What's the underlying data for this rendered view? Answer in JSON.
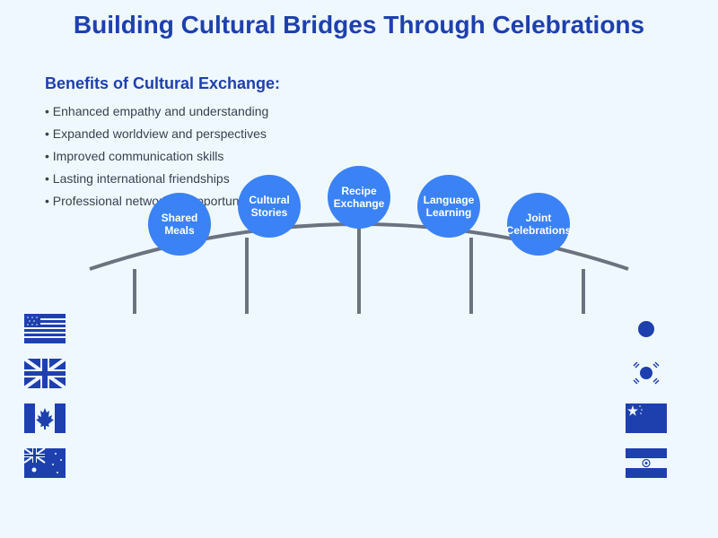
{
  "title": "Building Cultural Bridges Through Celebrations",
  "benefits": {
    "heading": "Benefits of Cultural Exchange:",
    "items": [
      "• Enhanced empathy and understanding",
      "• Expanded worldview and perspectives",
      "• Improved communication skills",
      "• Lasting international friendships",
      "• Professional networking opportunities"
    ]
  },
  "bridge_nodes": [
    {
      "line1": "Shared",
      "line2": "Meals"
    },
    {
      "line1": "Cultural",
      "line2": "Stories"
    },
    {
      "line1": "Recipe",
      "line2": "Exchange"
    },
    {
      "line1": "Language",
      "line2": "Learning"
    },
    {
      "line1": "Joint",
      "line2": "Celebrations"
    }
  ],
  "flags_left": [
    "usa-flag-icon",
    "uk-flag-icon",
    "canada-flag-icon",
    "australia-flag-icon"
  ],
  "flags_right": [
    "japan-flag-icon",
    "south-korea-flag-icon",
    "china-flag-icon",
    "india-flag-icon"
  ],
  "colors": {
    "title": "#1e40af",
    "node": "#3b82f6",
    "bridge": "#6b7280",
    "flag": "#1e40af",
    "background": "#f0f8ff"
  }
}
